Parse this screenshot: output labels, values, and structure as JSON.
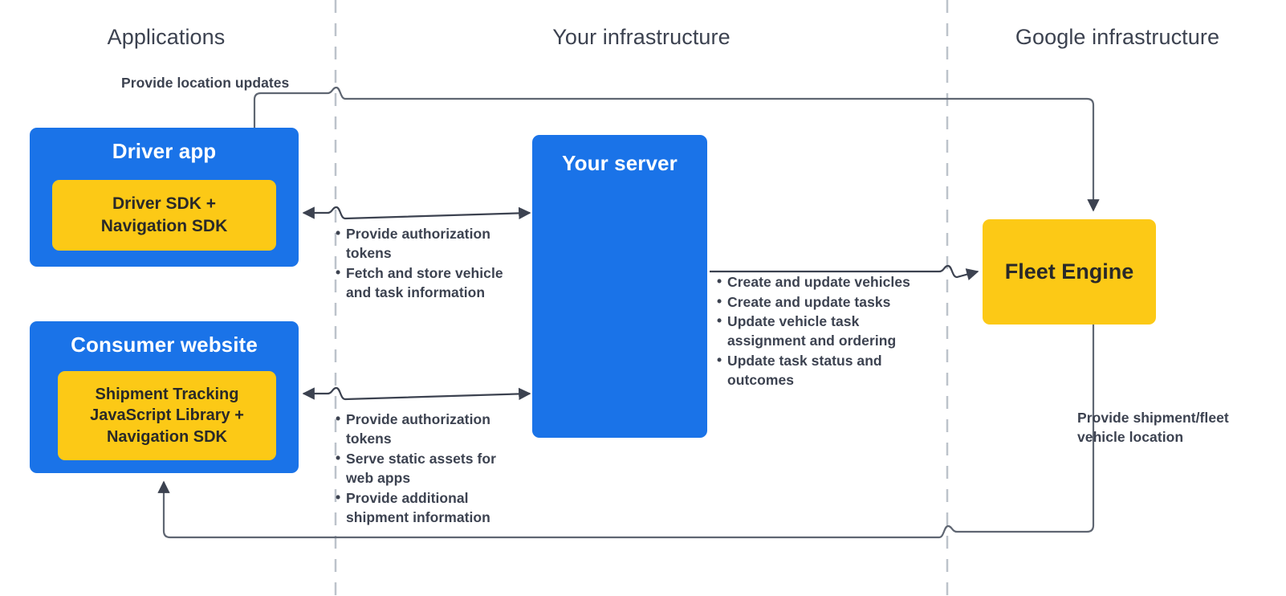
{
  "zones": [
    {
      "id": "applications",
      "label": "Applications"
    },
    {
      "id": "your-infrastructure",
      "label": "Your infrastructure"
    },
    {
      "id": "google-infrastructure",
      "label": "Google infrastructure"
    }
  ],
  "nodes": {
    "driver_app": {
      "title": "Driver app",
      "inner": "Driver SDK +\nNavigation SDK",
      "inner_lines": [
        "Driver SDK +",
        "Navigation SDK"
      ]
    },
    "consumer_website": {
      "title": "Consumer website",
      "inner_lines": [
        "Shipment Tracking",
        "JavaScript Library  +",
        "Navigation SDK"
      ]
    },
    "your_server": {
      "title": "Your server"
    },
    "fleet_engine": {
      "title": "Fleet Engine"
    }
  },
  "annotations": {
    "provide_location_updates": "Provide location updates",
    "driver_to_server": [
      "Provide authorization tokens",
      "Fetch and store vehicle and task information"
    ],
    "web_to_server": [
      "Provide authorization tokens",
      "Serve static assets for web apps",
      "Provide additional shipment information"
    ],
    "server_to_fleet": [
      "Create and update vehicles",
      "Create and update tasks",
      "Update vehicle task assignment and ordering",
      "Update task status and outcomes"
    ],
    "provide_shipment_fleet_vehicle_location": "Provide shipment/fleet vehicle location"
  },
  "colors": {
    "blue": "#1a73e8",
    "yellow": "#fcc916",
    "text_dark": "#3c4250",
    "inner_text": "#292929",
    "wire": "#3c4250",
    "divider": "#bdc3cb",
    "background": "#ffffff"
  },
  "connections": [
    {
      "name": "driver-sdk-to-fleet-engine",
      "from": "driver_app",
      "to": "fleet_engine",
      "label": "Provide location updates",
      "direction": "one-way"
    },
    {
      "name": "driver-app-to-your-server",
      "from": "driver_app",
      "to": "your_server",
      "direction": "two-way"
    },
    {
      "name": "consumer-website-to-your-server",
      "from": "consumer_website",
      "to": "your_server",
      "direction": "two-way"
    },
    {
      "name": "your-server-to-fleet-engine",
      "from": "your_server",
      "to": "fleet_engine",
      "direction": "one-way"
    },
    {
      "name": "fleet-engine-to-consumer-website",
      "from": "fleet_engine",
      "to": "consumer_website",
      "label": "Provide shipment/fleet vehicle location",
      "direction": "one-way"
    }
  ]
}
